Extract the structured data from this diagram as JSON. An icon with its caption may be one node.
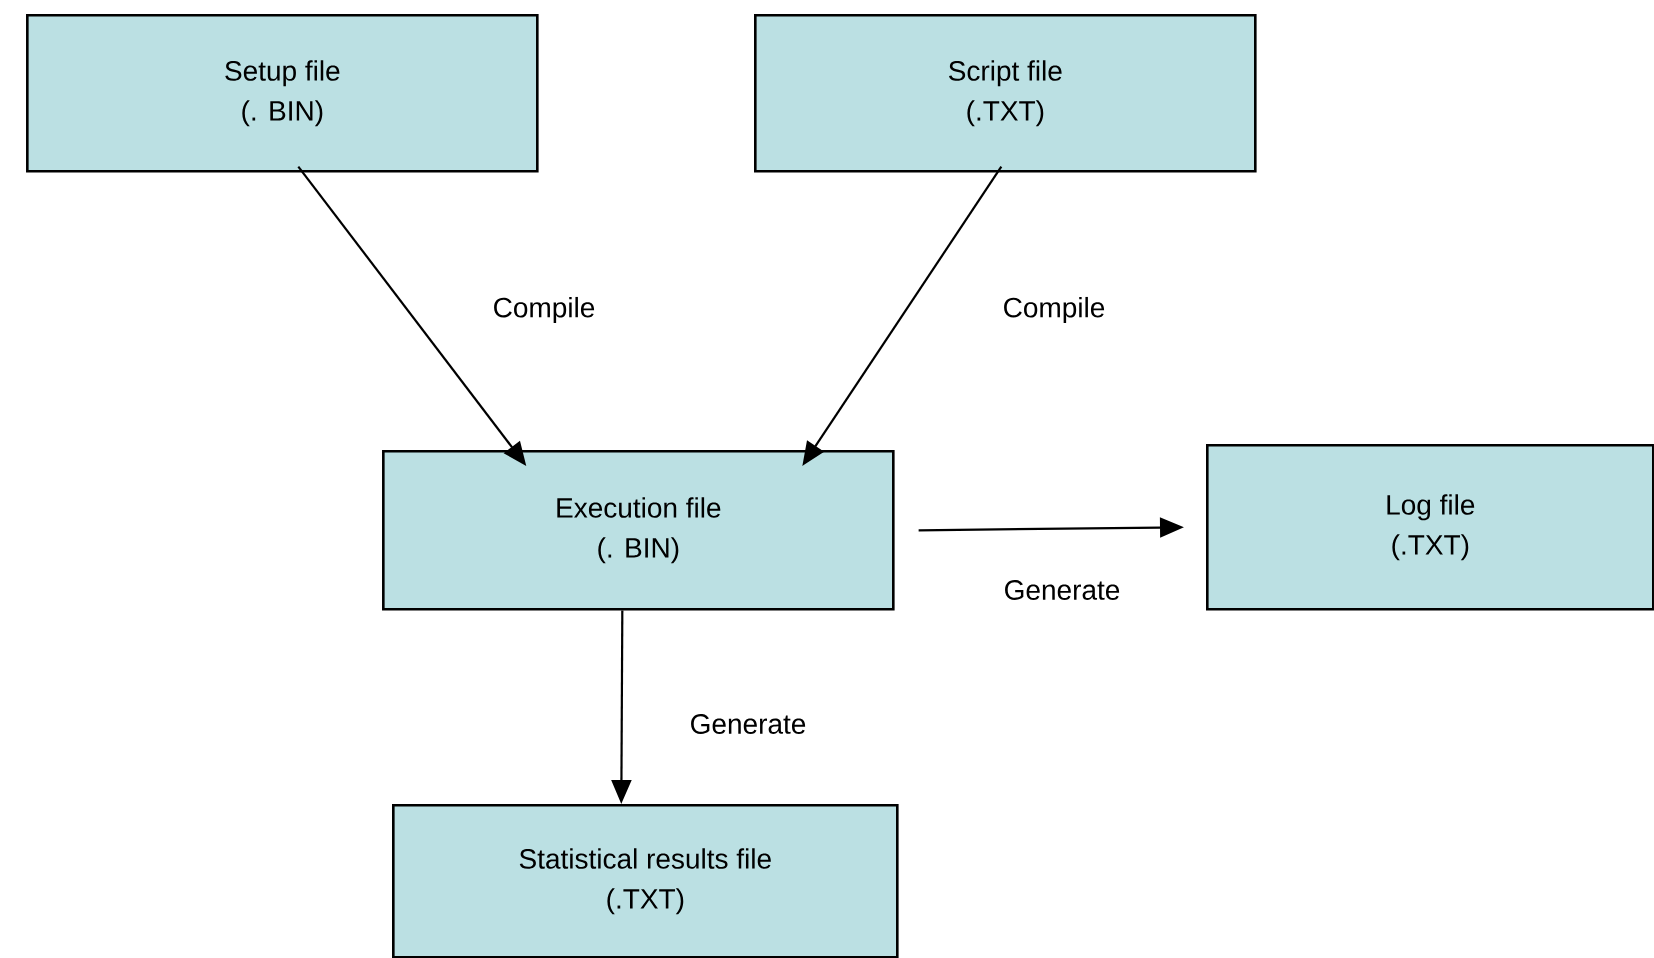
{
  "diagram": {
    "nodes": [
      {
        "text": [
          "Setup file",
          "(. BIN)"
        ]
      },
      {
        "text": [
          "Script file",
          "(.TXT)"
        ]
      },
      {
        "text": [
          "Execution file",
          "(. BIN)"
        ]
      },
      {
        "text": [
          "Log file",
          "(.TXT)"
        ]
      },
      {
        "text": [
          "Statistical results file",
          "(.TXT)"
        ]
      }
    ],
    "edges": [
      {
        "from": 0,
        "to": 2,
        "arrow": "to",
        "label": "Compile"
      },
      {
        "from": 1,
        "to": 2,
        "arrow": "to",
        "label": "Compile"
      },
      {
        "from": 2,
        "to": 3,
        "arrow": "to",
        "label": "Generate"
      },
      {
        "from": 2,
        "to": 4,
        "arrow": "to",
        "label": "Generate"
      }
    ]
  }
}
